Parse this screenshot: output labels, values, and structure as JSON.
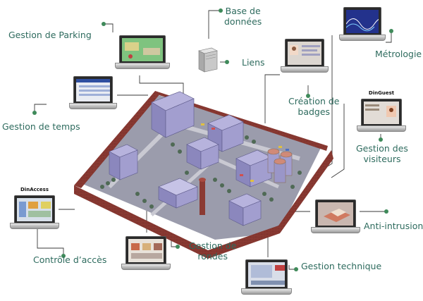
{
  "labels": {
    "base_donnees": [
      "Base de",
      "données"
    ],
    "gestion_parking": "Gestion de Parking",
    "liens": "Liens",
    "metrologie": "Métrologie",
    "creation_badges": [
      "Création de",
      "badges"
    ],
    "gestion_temps": "Gestion de temps",
    "gestion_visiteurs": [
      "Gestion des",
      "visiteurs"
    ],
    "anti_intrusion": "Anti-intrusion",
    "controle_acces": "Contrôle d’accès",
    "gestion_rondes": [
      "Gestion de",
      "rondes"
    ],
    "gestion_technique": "Gestion technique"
  },
  "brands": {
    "dinguest": "DinGuest",
    "dinaccess": "DinAccess"
  },
  "colors": {
    "label_text": "#2e6b5e",
    "connector_line": "#3a3a3a",
    "node_dot": "#3f8a5a",
    "brick_wall": "#8b3a33",
    "ground": "#9b9cac",
    "building": "#9a96c8",
    "tree": "#4f6a55"
  },
  "icons": [
    "laptop-icon",
    "server-icon",
    "campus-illustration",
    "node-dot-icon"
  ]
}
